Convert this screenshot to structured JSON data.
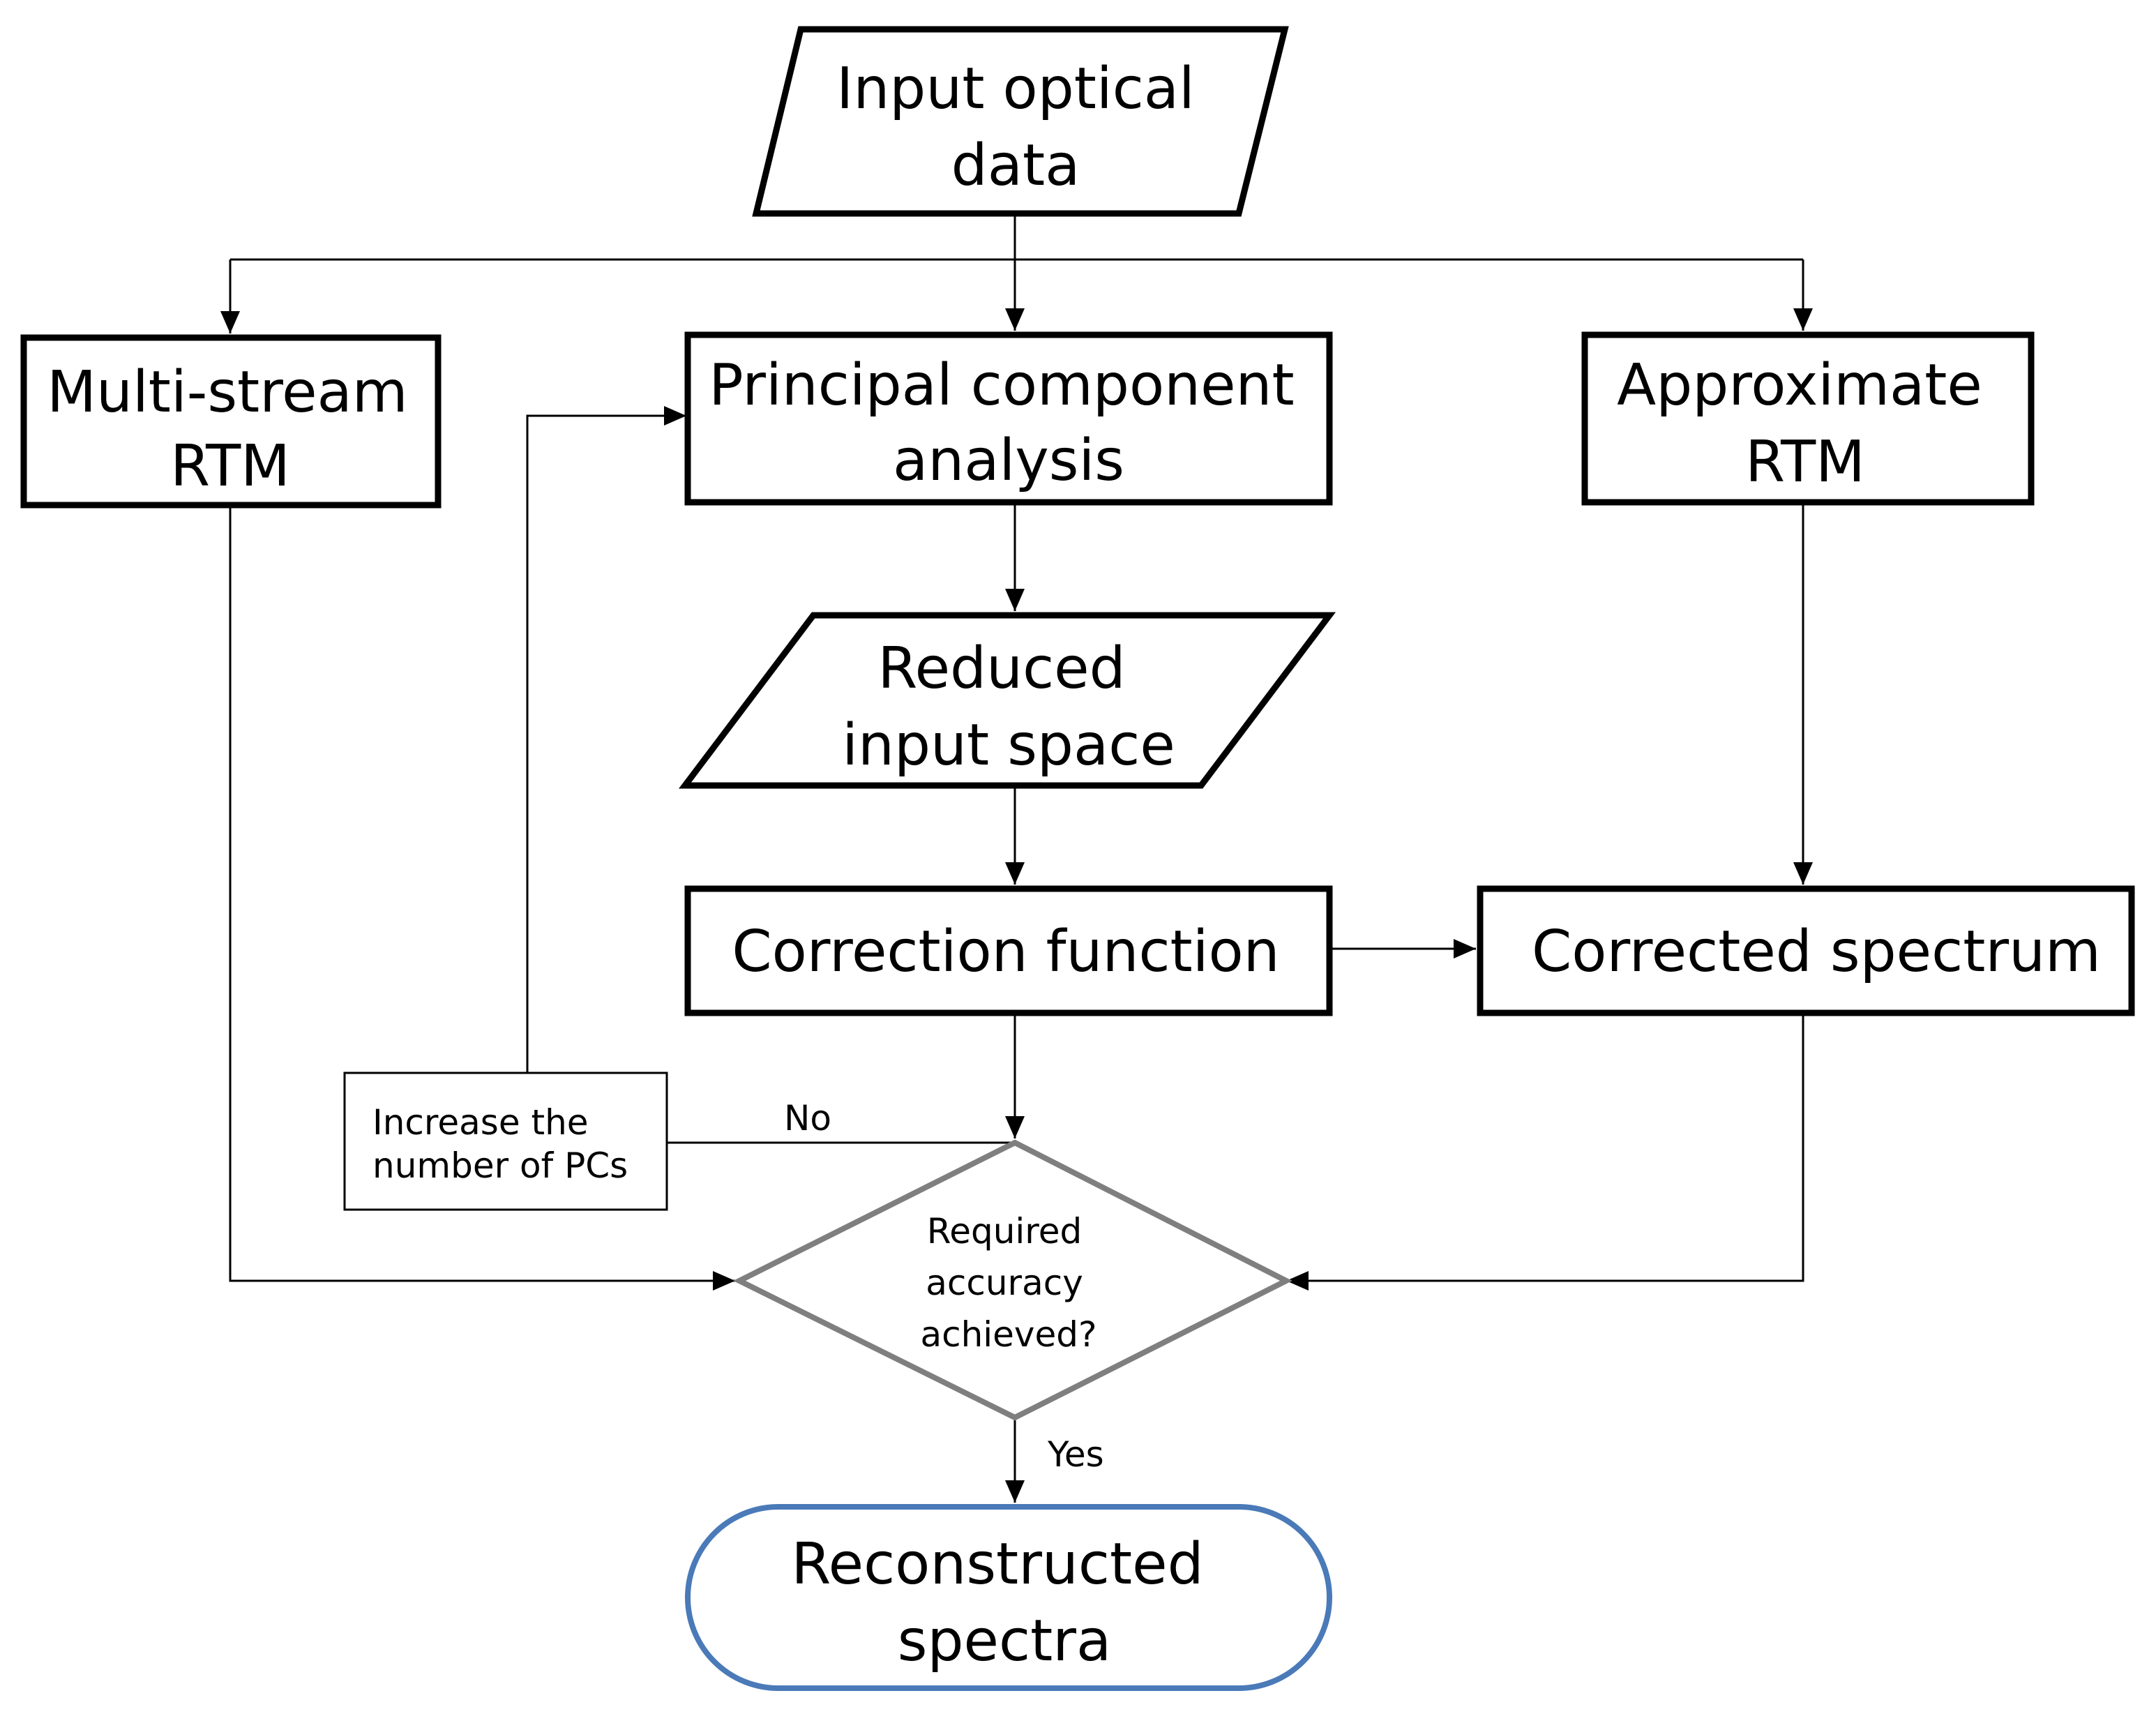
{
  "nodes": {
    "input_data": {
      "lines": [
        "Input optical",
        "data"
      ]
    },
    "multi_stream": {
      "lines": [
        "Multi-stream",
        "RTM"
      ]
    },
    "pca": {
      "lines": [
        "Principal component",
        "analysis"
      ]
    },
    "approx_rtm": {
      "lines": [
        "Approximate",
        "RTM"
      ]
    },
    "reduced_space": {
      "lines": [
        "Reduced",
        "input space"
      ]
    },
    "correction_fn": {
      "label": "Correction function"
    },
    "corrected_spectrum": {
      "label": "Corrected spectrum"
    },
    "increase_pcs": {
      "lines": [
        "Increase the",
        "number of PCs"
      ]
    },
    "decision": {
      "lines": [
        "Required",
        "accuracy",
        "achieved?"
      ]
    },
    "output": {
      "lines": [
        "Reconstructed",
        "spectra"
      ]
    }
  },
  "edge_labels": {
    "no": "No",
    "yes": "Yes"
  },
  "colors": {
    "stroke": "#000000",
    "decision_stroke": "#7f7f7f",
    "terminal_stroke": "#4a7ab8"
  }
}
